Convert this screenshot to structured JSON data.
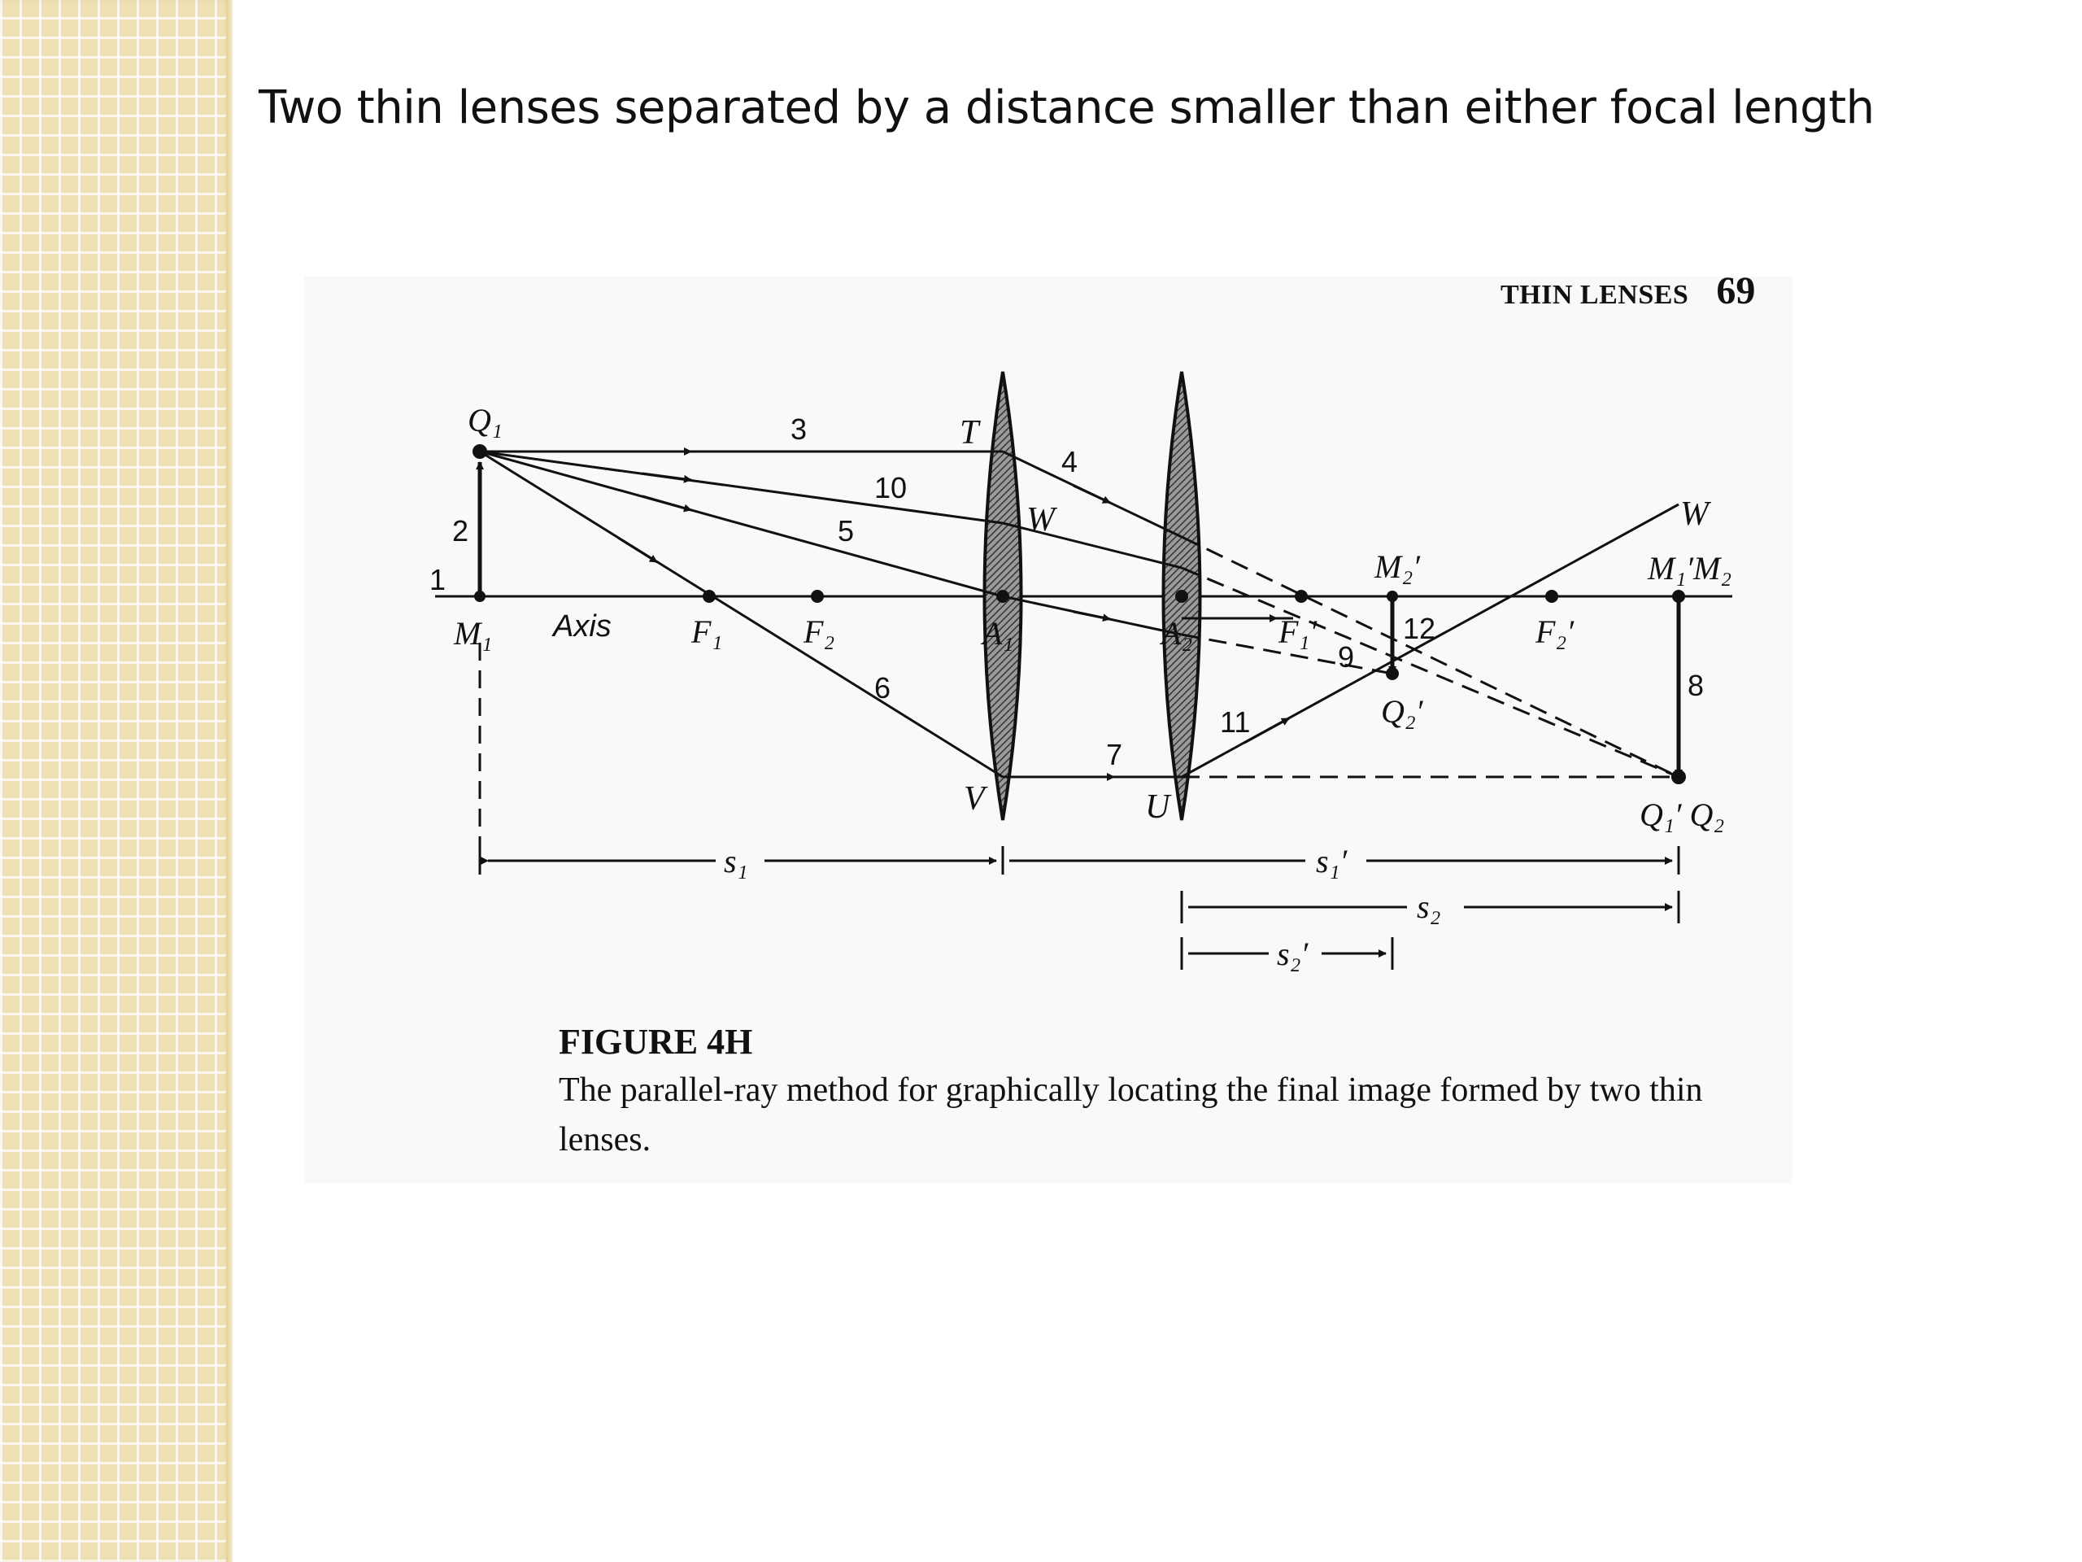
{
  "slide": {
    "title": "Two thin lenses separated by a distance smaller than either focal length"
  },
  "book_page": {
    "running_head": "THIN LENSES",
    "page_number": "69"
  },
  "figure": {
    "label": "FIGURE 4H",
    "caption": "The parallel-ray method for graphically locating the final image formed by two thin lenses.",
    "axis_label": "Axis",
    "points": {
      "Q1": "Q₁",
      "M1": "M₁",
      "F1": "F₁",
      "F2": "F₂",
      "A1": "A₁",
      "A2": "A₂",
      "F1p": "F₁′",
      "M2p": "M₂′",
      "Q2p": "Q₂′",
      "F2p": "F₂′",
      "M1pM2": "M₁′M₂",
      "Q1pQ2": "Q₁′ Q₂",
      "T": "T",
      "W": "W",
      "W2": "W",
      "V": "V",
      "U": "U"
    },
    "rays": [
      "1",
      "2",
      "3",
      "4",
      "5",
      "6",
      "7",
      "8",
      "9",
      "10",
      "11",
      "12"
    ],
    "dimensions": {
      "s1": "s₁",
      "s1p": "s₁′",
      "s2": "s₂",
      "s2p": "s₂′"
    }
  },
  "colors": {
    "background": "#ffffff",
    "sidebar": "#efe1b3",
    "ink": "#111111",
    "lens_fill": "#555555"
  }
}
